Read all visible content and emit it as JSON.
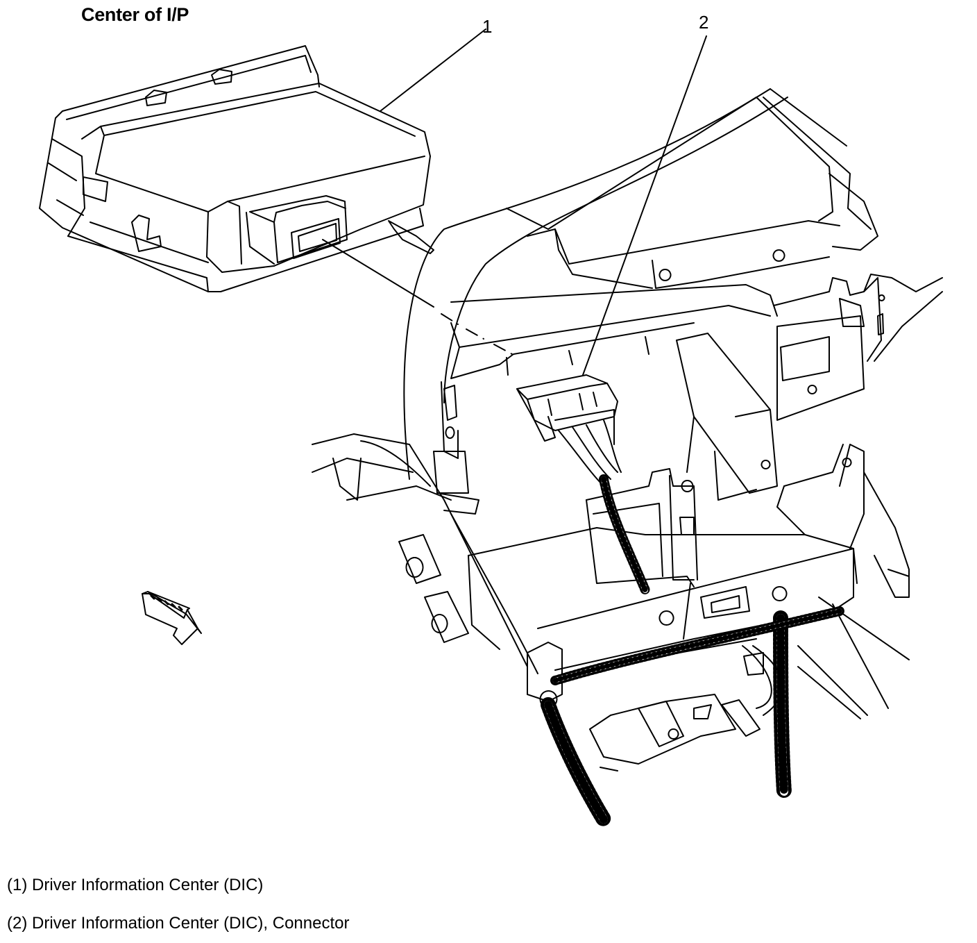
{
  "title": "Center of I/P",
  "callouts": {
    "one": "1",
    "two": "2"
  },
  "legend": [
    {
      "text": "(1) Driver Information Center (DIC)"
    },
    {
      "text": "(2) Driver Information Center (DIC), Connector"
    }
  ],
  "colors": {
    "ink": "#000000",
    "paper": "#ffffff"
  }
}
